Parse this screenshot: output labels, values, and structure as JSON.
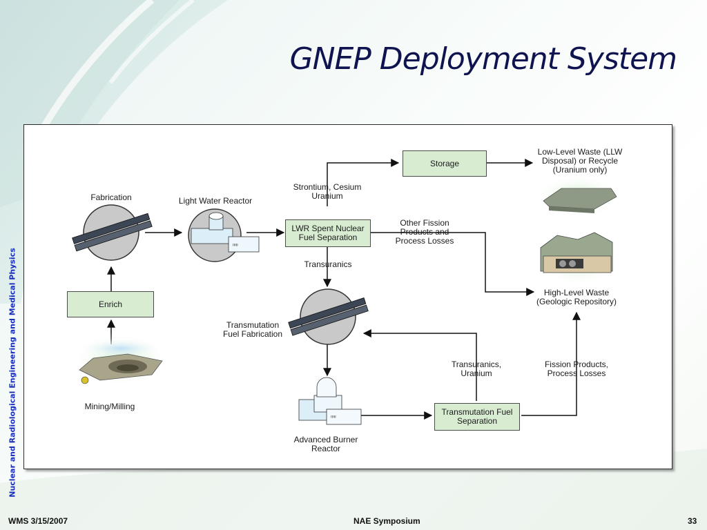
{
  "slide": {
    "title": "GNEP Deployment System",
    "side_label": "Nuclear and Radiological Engineering and Medical Physics"
  },
  "diagram": {
    "boxes": {
      "storage": "Storage",
      "lwr_separation": "LWR Spent Nuclear\nFuel Separation",
      "enrich": "Enrich",
      "transmutation_separation": "Transmutation Fuel\nSeparation"
    },
    "labels": {
      "fabrication": "Fabrication",
      "light_water_reactor": "Light Water Reactor",
      "strontium_cesium": "Strontium, Cesium\nUranium",
      "other_fission": "Other Fission\nProducts and\nProcess Losses",
      "transuranics": "Transuranics",
      "low_level_waste": "Low-Level Waste (LLW\nDisposal) or Recycle\n(Uranium only)",
      "high_level_waste": "High-Level Waste\n(Geologic Repository)",
      "transmutation_fabrication": "Transmutation\nFuel Fabrication",
      "mining_milling": "Mining/Milling",
      "transuranics_uranium": "Transuranics,\nUranium",
      "fission_products": "Fission Products,\nProcess Losses",
      "advanced_burner": "Advanced Burner\nReactor"
    }
  },
  "footer": {
    "left": "WMS 3/15/2007",
    "center": "NAE Symposium",
    "page_number": "33"
  },
  "colors": {
    "title": "#0f1450",
    "side_label": "#1a2fb8",
    "box_fill": "#d8ecd2",
    "node_circle": "#c9c9c9"
  }
}
